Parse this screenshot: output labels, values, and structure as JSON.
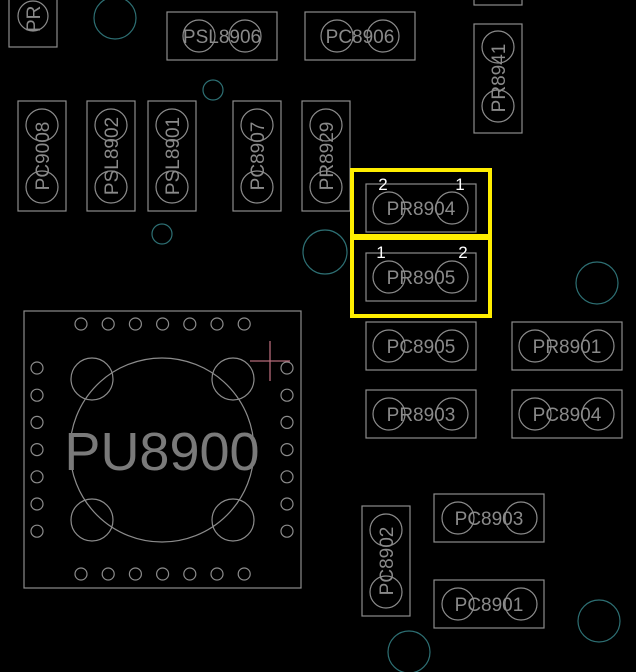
{
  "components": {
    "pr_topleft": "PR",
    "psl8906": "PSL8906",
    "pc8906": "PC8906",
    "pr8941": "PR8941",
    "pc9008": "PC9008",
    "psl8902": "PSL8902",
    "psl8901": "PSL8901",
    "pc8907": "PC8907",
    "pr8929": "PR8929",
    "pr8904": "PR8904",
    "pr8905": "PR8905",
    "pc8905": "PC8905",
    "pr8901": "PR8901",
    "pr8903": "PR8903",
    "pc8904": "PC8904",
    "pc8903": "PC8903",
    "pc8902": "PC8902",
    "pc8901": "PC8901",
    "pu8900": "PU8900"
  },
  "highlights": {
    "pr8904": {
      "pin_left": "2",
      "pin_right": "1"
    },
    "pr8905": {
      "pin_left": "1",
      "pin_right": "2"
    }
  },
  "colors": {
    "background": "#000000",
    "outline": "#8c8c8c",
    "via": "#2d6f73",
    "highlight": "#ffee00",
    "pin_label": "#ffffff"
  }
}
